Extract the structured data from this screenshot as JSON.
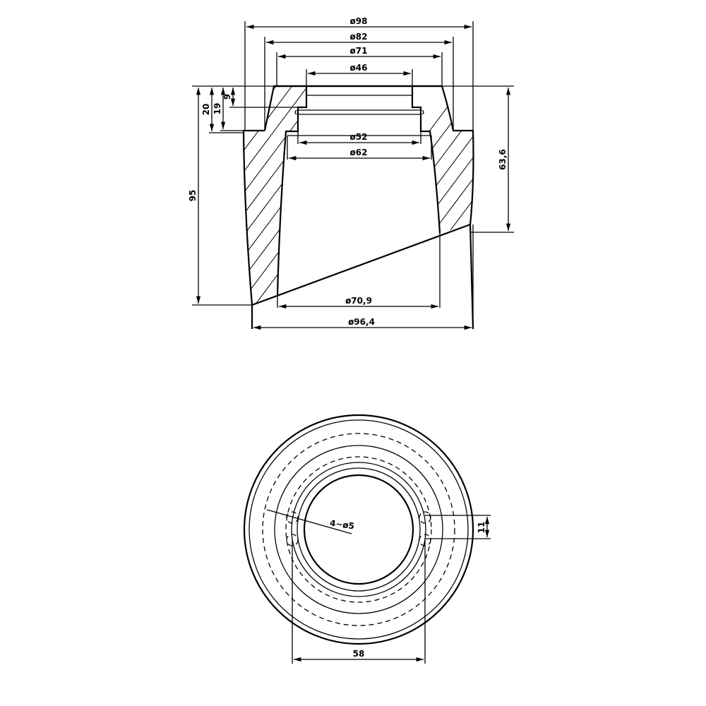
{
  "section_view": {
    "dim_d98": "ø98",
    "dim_d82": "ø82",
    "dim_d71": "ø71",
    "dim_d46": "ø46",
    "dim_d52": "ø52",
    "dim_d62": "ø62",
    "dim_d70_9": "ø70,9",
    "dim_d96_4": "ø96,4",
    "dim_h9": "9",
    "dim_h19": "19",
    "dim_h20": "20",
    "dim_h95": "95",
    "dim_h63_6": "63,6"
  },
  "top_view": {
    "hole_callout": "4~ø5",
    "dim_58": "58",
    "dim_11": "11"
  }
}
